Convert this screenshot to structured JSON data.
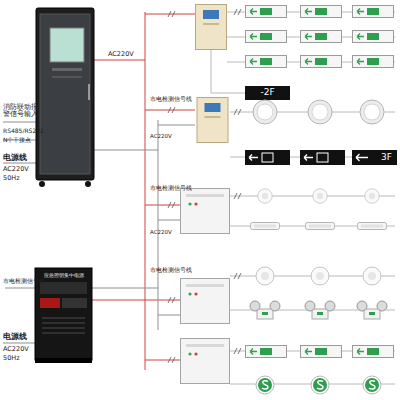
{
  "diagram": {
    "nodes": [
      {
        "text": [
          "应急照明集中电源"
        ]
      },
      {
        "text": [
          "-2F"
        ]
      },
      {
        "text": [
          "3F"
        ]
      }
    ],
    "labels": [
      "消防联动报警信号输入",
      "RS485/RS232",
      "N个干接点",
      "电源线",
      "AC220V",
      "50Hz",
      "AC220V",
      "市电检测信号线",
      "AC220V",
      "市电检测信号线",
      "AC220V",
      "市电检测信号线",
      "市电检测信号线",
      "电源线",
      "AC220V",
      "50Hz"
    ]
  }
}
